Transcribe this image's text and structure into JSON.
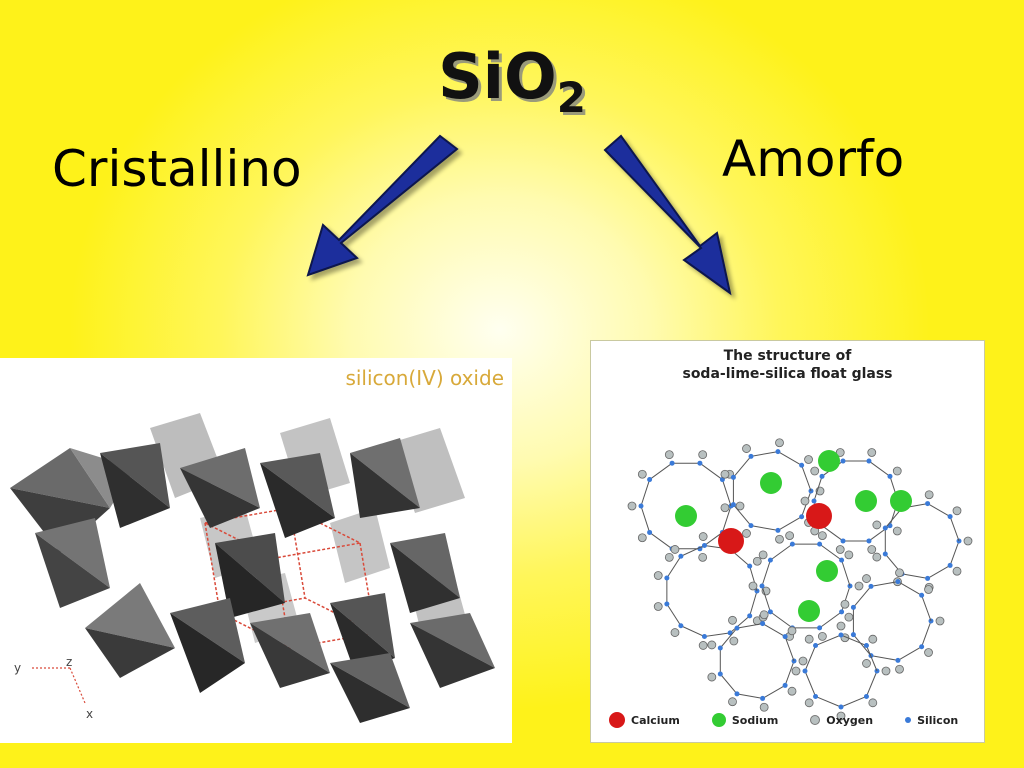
{
  "slide": {
    "title_main": "SiO",
    "title_sub": "2",
    "label_left": "Cristallino",
    "label_right": "Amorfo"
  },
  "left_image": {
    "caption": "silicon(IV) oxide",
    "axis_y": "y",
    "axis_z": "z",
    "axis_x": "x"
  },
  "right_image": {
    "title_line1": "The structure of",
    "title_line2": "soda-lime-silica float glass",
    "legend": [
      {
        "label": "Calcium",
        "color": "#d81818"
      },
      {
        "label": "Sodium",
        "color": "#33cc33"
      },
      {
        "label": "Oxygen",
        "color": "#b8c0c0"
      },
      {
        "label": "Silicon",
        "color": "#3a7ad8"
      }
    ]
  },
  "colors": {
    "background": "#fef21a",
    "arrow": "#1c2f9c"
  }
}
